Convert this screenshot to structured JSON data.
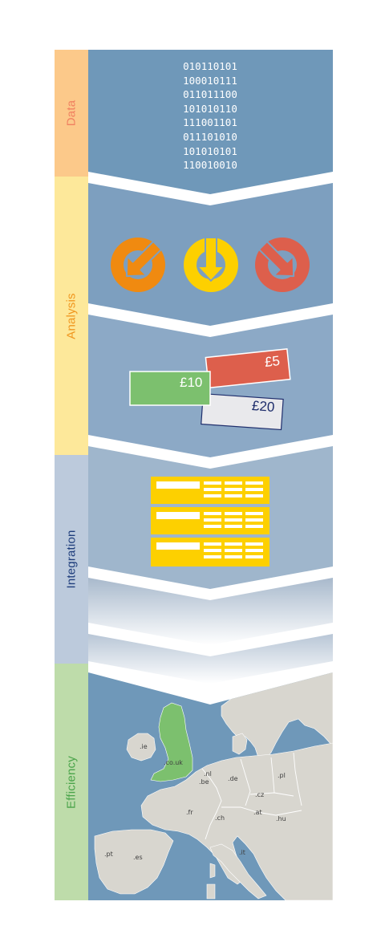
{
  "stages": {
    "data": {
      "label": "Data",
      "color": "#f08060",
      "band": "#fcc98a"
    },
    "analysis": {
      "label": "Analysis",
      "color": "#f0961e",
      "band": "#fde89a"
    },
    "integration": {
      "label": "Integration",
      "color": "#1f3e7c",
      "band": "#bccadc"
    },
    "efficiency": {
      "label": "Efficiency",
      "color": "#4aa44a",
      "band": "#bedcaa"
    }
  },
  "binary_lines": [
    "010110101",
    "100010111",
    "011011100",
    "101010110",
    "111001101",
    "011101010",
    "101010101",
    "110010010"
  ],
  "arrow_icons": [
    {
      "name": "orange-arrow-icon",
      "color": "#f08a10"
    },
    {
      "name": "yellow-arrow-icon",
      "color": "#fdd000"
    },
    {
      "name": "red-arrow-icon",
      "color": "#dd5f4c"
    }
  ],
  "cards": {
    "five": {
      "label": "£5",
      "color": "#dd5f4c"
    },
    "ten": {
      "label": "£10",
      "color": "#7cc06e"
    },
    "twenty": {
      "label": "£20",
      "color": "#1f2e6c"
    }
  },
  "country_codes": {
    "ie": ".ie",
    "uk": ".co.uk",
    "nl": ".nl",
    "be": ".be",
    "de": ".de",
    "pl": ".pl",
    "cz": ".cz",
    "fr": ".fr",
    "ch": ".ch",
    "at": ".at",
    "hu": ".hu",
    "pt": ".pt",
    "es": ".es",
    "it": ".it"
  }
}
